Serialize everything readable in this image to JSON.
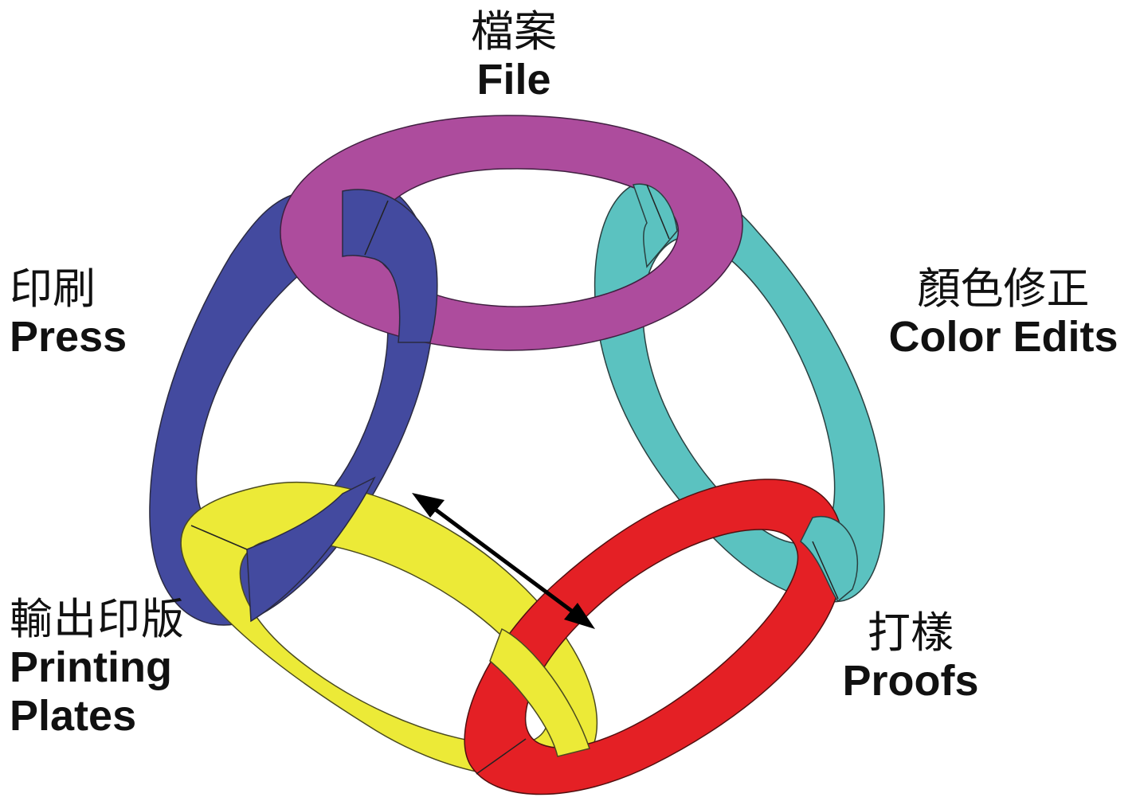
{
  "diagram": {
    "nodes": [
      {
        "id": "file",
        "zh": "檔案",
        "en": "File",
        "color": "#ad4c9d"
      },
      {
        "id": "color",
        "zh": "顏色修正",
        "en": "Color Edits",
        "color": "#5bc2c0"
      },
      {
        "id": "proofs",
        "zh": "打樣",
        "en": "Proofs",
        "color": "#e42025"
      },
      {
        "id": "plates",
        "zh": "輸出印版",
        "en": [
          "Printing",
          "Plates"
        ],
        "color": "#ecea37"
      },
      {
        "id": "press",
        "zh": "印刷",
        "en": "Press",
        "color": "#434a9f"
      }
    ],
    "arrow": {
      "from": "proofs",
      "to": "press",
      "bidirectional": true
    }
  }
}
